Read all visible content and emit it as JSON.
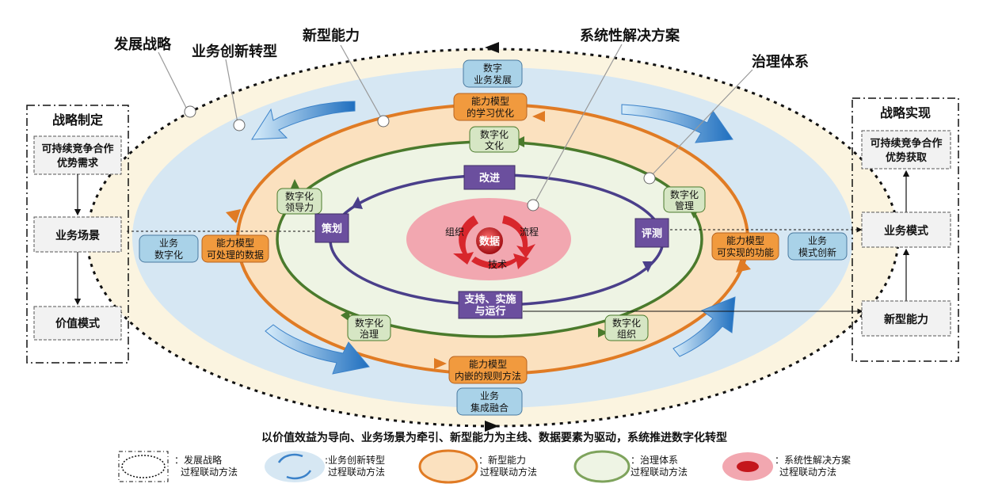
{
  "callouts": {
    "development_strategy": "发展战略",
    "business_innovation": "业务创新转型",
    "new_capability": "新型能力",
    "systematic_solution": "系统性解决方案",
    "governance_system": "治理体系"
  },
  "left_panel": {
    "title": "战略制定",
    "box1": [
      "可持续竞争合作",
      "优势需求"
    ],
    "box2": "业务场景",
    "box3": "价值模式"
  },
  "right_panel": {
    "title": "战略实现",
    "box1": [
      "可持续竞争合作",
      "优势获取"
    ],
    "box2": "业务模式",
    "box3": "新型能力"
  },
  "outer_ring_labels": {
    "top": [
      "数字",
      "业务发展"
    ],
    "bottom": [
      "业务",
      "集成融合"
    ],
    "left": [
      "业务",
      "数字化"
    ],
    "right": [
      "业务",
      "模式创新"
    ]
  },
  "capability_labels": {
    "top": [
      "能力模型",
      "的学习优化"
    ],
    "bottom": [
      "能力模型",
      "内嵌的规则方法"
    ],
    "left": [
      "能力模型",
      "可处理的数据"
    ],
    "right": [
      "能力模型",
      "可实现的功能"
    ]
  },
  "governance_labels": {
    "top": [
      "数字化",
      "文化"
    ],
    "left": [
      "数字化",
      "领导力"
    ],
    "right": [
      "数字化",
      "管理"
    ],
    "bottom_left": [
      "数字化",
      "治理"
    ],
    "bottom_right": [
      "数字化",
      "组织"
    ]
  },
  "solution_labels": {
    "improve": "改进",
    "plan": "策划",
    "evaluate": "评测",
    "support": [
      "支持、实施",
      "与运行"
    ]
  },
  "core": {
    "center": "数据",
    "org": "组织",
    "process": "流程",
    "tech": "技术"
  },
  "bottom_title": "以价值效益为导向、业务场景为牵引、新型能力为主线、数据要素为驱动，系统推进数字化转型",
  "legend": [
    {
      "label": [
        "：发展战略",
        "过程联动方法"
      ]
    },
    {
      "label": [
        ":业务创新转型",
        "过程联动方法"
      ]
    },
    {
      "label": [
        "：新型能力",
        "过程联动方法"
      ]
    },
    {
      "label": [
        "：治理体系",
        "过程联动方法"
      ]
    },
    {
      "label": [
        "：系统性解决方案",
        "过程联动方法"
      ]
    }
  ],
  "colors": {
    "outer_fill": "#fbf4e0",
    "business_fill": "#d6e7f3",
    "capability_fill": "#fbe1bf",
    "capability_stroke": "#e07b24",
    "governance_fill": "#eef4e4",
    "governance_stroke": "#4a7a2c",
    "solution_stroke": "#4a3f8a",
    "purple_box": "#6b4f9e",
    "blue_box": "#a9d2e8",
    "orange_box": "#f19a3e",
    "green_box": "#d6e6c4",
    "core_fill": "#f2a7b0",
    "core_center": "#c4161c"
  }
}
